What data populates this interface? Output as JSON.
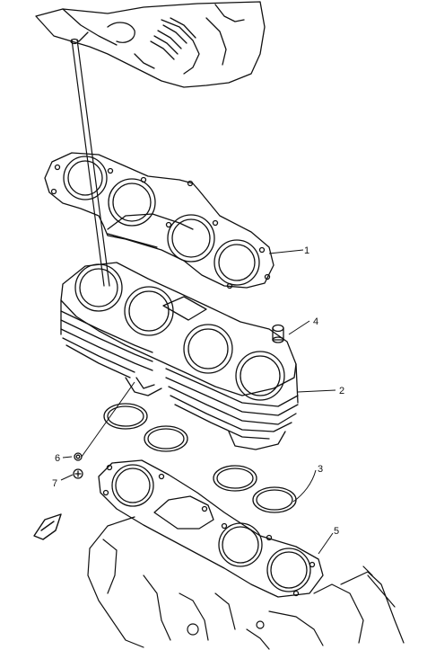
{
  "callouts": [
    {
      "id": "1",
      "label": "1"
    },
    {
      "id": "2",
      "label": "2"
    },
    {
      "id": "3",
      "label": "3"
    },
    {
      "id": "4",
      "label": "4"
    },
    {
      "id": "5",
      "label": "5"
    },
    {
      "id": "6",
      "label": "6"
    },
    {
      "id": "7",
      "label": "7"
    }
  ],
  "icons": {
    "front_arrow": "front-direction-arrow-icon"
  }
}
